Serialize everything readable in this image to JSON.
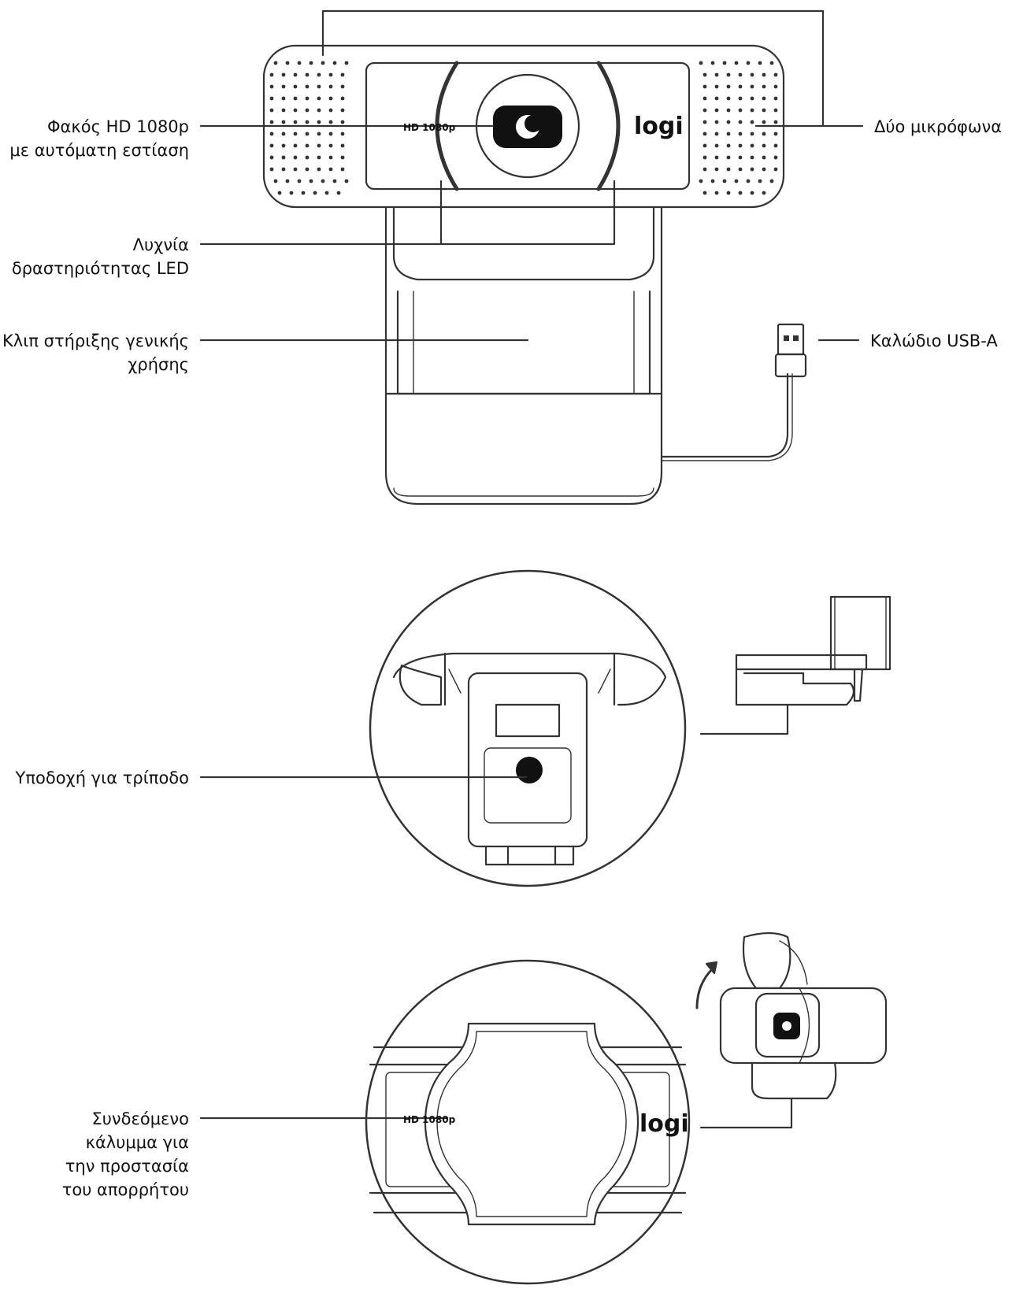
{
  "callouts": {
    "lens": {
      "lines": [
        "Φακός HD 1080p",
        "με αυτόματη εστίαση"
      ]
    },
    "mics": {
      "lines": [
        "Δύο μικρόφωνα"
      ]
    },
    "led": {
      "lines": [
        "Λυχνία",
        "δραστηριότητας LED"
      ]
    },
    "clip": {
      "lines": [
        "Κλιπ στήριξης γενικής",
        "χρήσης"
      ]
    },
    "usb": {
      "lines": [
        "Καλώδιο USB-A"
      ]
    },
    "tripod": {
      "lines": [
        "Υποδοχή για τρίποδο"
      ]
    },
    "privacy": {
      "lines": [
        "Συνδεόμενο",
        "κάλυμμα για",
        "την προστασία",
        "του απορρήτου"
      ]
    }
  },
  "camera_marks": {
    "hd_badge": "HD 1080p",
    "logo": "logi"
  },
  "colors": {
    "ink": "#111111",
    "line": "#333333",
    "fill": "#ffffff"
  }
}
